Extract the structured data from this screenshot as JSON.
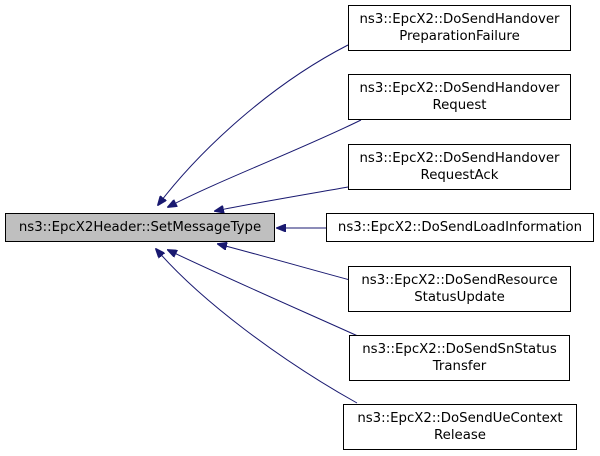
{
  "graph": {
    "root": {
      "label": "ns3::EpcX2Header::SetMessageType",
      "fill": "#bfbfbf"
    },
    "edge_color": "#191970",
    "callers": [
      {
        "line1": "ns3::EpcX2::DoSendHandover",
        "line2": "PreparationFailure"
      },
      {
        "line1": "ns3::EpcX2::DoSendHandover",
        "line2": "Request"
      },
      {
        "line1": "ns3::EpcX2::DoSendHandover",
        "line2": "RequestAck"
      },
      {
        "line1": "ns3::EpcX2::DoSendLoadInformation",
        "line2": ""
      },
      {
        "line1": "ns3::EpcX2::DoSendResource",
        "line2": "StatusUpdate"
      },
      {
        "line1": "ns3::EpcX2::DoSendSnStatus",
        "line2": "Transfer"
      },
      {
        "line1": "ns3::EpcX2::DoSendUeContext",
        "line2": "Release"
      }
    ]
  }
}
